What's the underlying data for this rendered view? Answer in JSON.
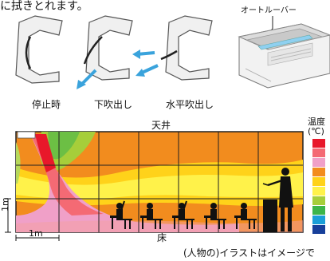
{
  "intro_text": "に拭きとれます。",
  "louver_label": "オートルーバー",
  "modes": [
    {
      "label": "停止時",
      "icon": "louver-stop-icon"
    },
    {
      "label": "下吹出し",
      "icon": "louver-down-blow-icon"
    },
    {
      "label": "水平吹出し",
      "icon": "louver-horizontal-blow-icon"
    }
  ],
  "chart": {
    "ceiling_label": "天井",
    "floor_label": "床",
    "scale_label_vertical": "1m",
    "scale_label_horizontal": "1m",
    "legend_title_line1": "温度",
    "legend_title_line2": "(℃)",
    "legend_colors": [
      "#e8182a",
      "#f46a74",
      "#f0a0c8",
      "#f28c1e",
      "#ffd21a",
      "#fff24a",
      "#a6ce3a",
      "#3cb54a",
      "#1a9fd8",
      "#173f9a"
    ]
  },
  "note": "(人物の)イラストはイメージで"
}
